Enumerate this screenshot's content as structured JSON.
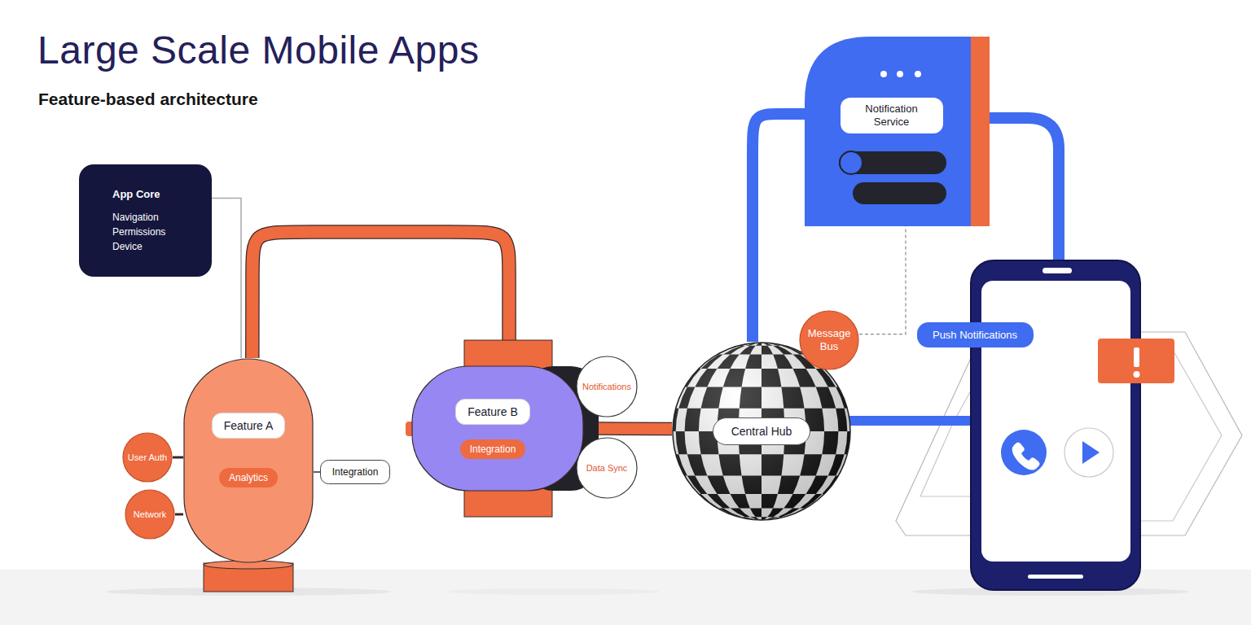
{
  "diagram": {
    "title": "Large Scale Mobile Apps",
    "caption": "Feature-based architecture",
    "nodes": [
      {
        "text": [
          "App Core",
          "Navigation Permissions Device"
        ]
      },
      {
        "text": [
          "Feature A",
          "Analytics"
        ]
      },
      {
        "text": [
          "User Auth"
        ]
      },
      {
        "text": [
          "Network"
        ]
      },
      {
        "text": [
          "Integration"
        ]
      },
      {
        "text": [
          "Feature B",
          "Integration"
        ]
      },
      {
        "text": [
          "Notifications"
        ]
      },
      {
        "text": [
          "Data Sync"
        ]
      },
      {
        "text": [
          "Central Hub"
        ]
      },
      {
        "text": [
          "Message Bus"
        ]
      },
      {
        "text": [
          "Notification Service"
        ]
      },
      {
        "text": [
          "Push Notifications"
        ]
      }
    ],
    "edges": [
      {
        "from": 0,
        "to": 1,
        "arrow": "none"
      },
      {
        "from": 2,
        "to": 1,
        "arrow": "none"
      },
      {
        "from": 3,
        "to": 1,
        "arrow": "none"
      },
      {
        "from": 4,
        "to": 1,
        "arrow": "none"
      },
      {
        "from": 1,
        "to": 5,
        "arrow": "none"
      },
      {
        "from": 5,
        "to": 8,
        "arrow": "none"
      },
      {
        "from": 8,
        "to": 10,
        "arrow": "none"
      },
      {
        "from": 9,
        "to": 10,
        "arrow": "none"
      }
    ]
  }
}
